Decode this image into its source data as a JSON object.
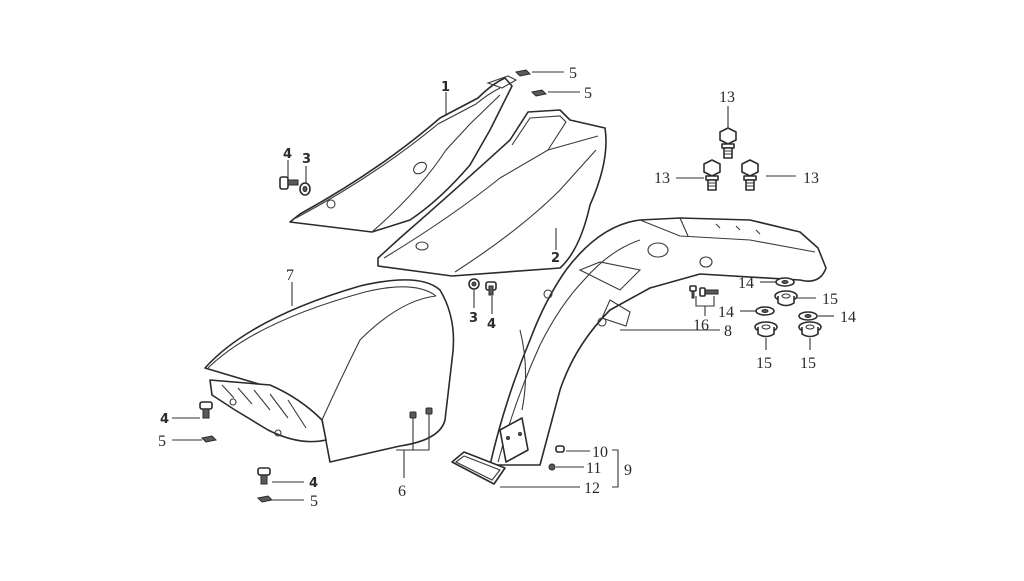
{
  "diagram": {
    "callouts": {
      "side_cover_left": "1",
      "side_cover_right": "2",
      "washer_a": "3",
      "washer_b": "3",
      "bolt_a": "4",
      "bolt_b": "4",
      "bolt_c": "4",
      "bolt_d": "4",
      "nut_top_a": "5",
      "nut_top_b": "5",
      "nut_c": "5",
      "nut_d": "5",
      "screws": "6",
      "seat": "7",
      "rear_fender": "8",
      "reflector_assembly": "9",
      "reflector_screw": "10",
      "reflector_nut": "11",
      "reflector": "12",
      "flange_bolt_top": "13",
      "flange_bolt_left": "13",
      "flange_bolt_right": "13",
      "washer_14a": "14",
      "washer_14b": "14",
      "washer_14c": "14",
      "collar_15a": "15",
      "collar_15b": "15",
      "collar_15c": "15",
      "fender_bolts": "16"
    }
  }
}
